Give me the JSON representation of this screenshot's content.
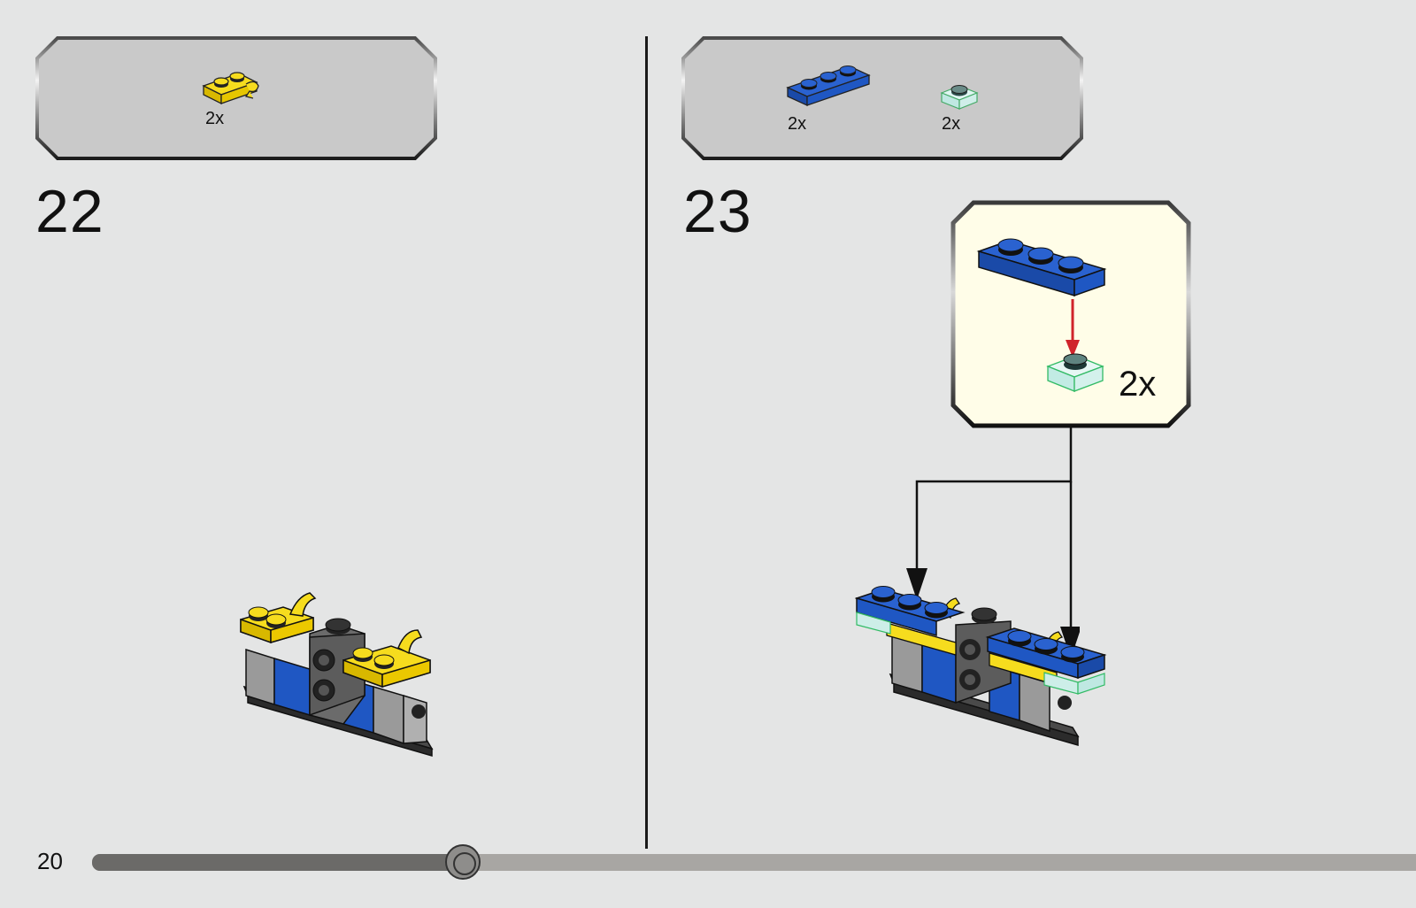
{
  "steps": [
    {
      "number": "22",
      "parts": [
        {
          "qty": "2x",
          "part": "yellow-plate-clip-icon"
        }
      ]
    },
    {
      "number": "23",
      "parts": [
        {
          "qty": "2x",
          "part": "blue-plate-1x3-icon"
        },
        {
          "qty": "2x",
          "part": "trans-plate-1x1-icon"
        }
      ],
      "callout": {
        "qty": "2x"
      }
    }
  ],
  "footer": {
    "page_number": "20",
    "progress": 0.28
  },
  "colors": {
    "background": "#e4e5e5",
    "parts_box": "#c9c9c9",
    "callout_bg": "#fffde8",
    "brick_yellow": "#f2d20f",
    "brick_blue": "#1f57c3",
    "brick_grey": "#a3a3a3",
    "arrow_red": "#d0242b"
  }
}
